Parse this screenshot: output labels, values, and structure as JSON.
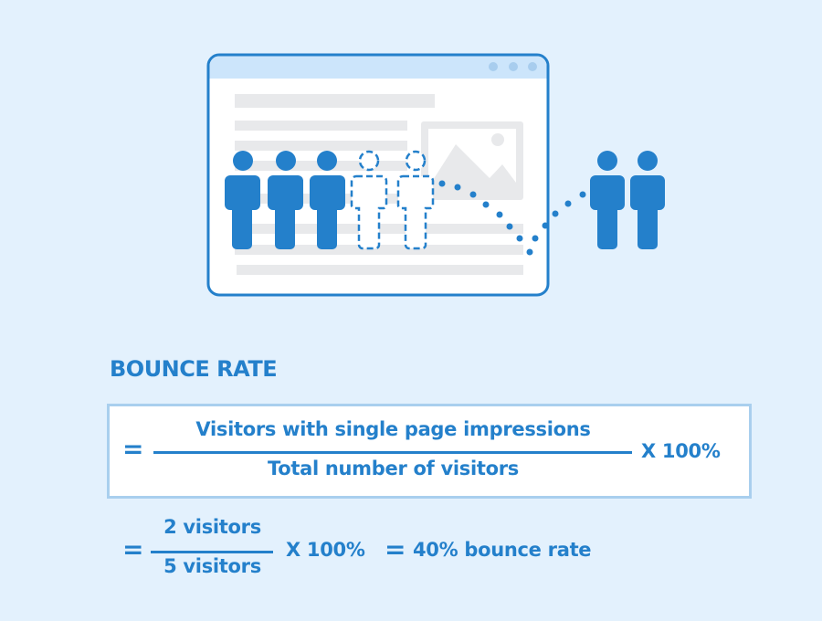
{
  "colors": {
    "background": "#e3f1fd",
    "primary_blue": "#2480cb",
    "browser_header": "#cce5fb",
    "browser_dots": "#a8cdee",
    "content_gray": "#e8e9eb",
    "formula_border": "#a9cfee"
  },
  "illustration": {
    "description": "Browser window with 5 visitors; 3 solid (stayed), 2 dashed (bounced) leaving via dotted path to 2 solid visitors outside",
    "visitors_total": 5,
    "visitors_stayed": 3,
    "visitors_bounced": 2
  },
  "title": "BOUNCE RATE",
  "formula": {
    "equals": "=",
    "numerator": "Visitors with single page impressions",
    "denominator": "Total number of visitors",
    "multiplier": "X 100%"
  },
  "example": {
    "equals": "=",
    "numerator": "2 visitors",
    "denominator": "5 visitors",
    "multiplier": "X 100%",
    "result_equals": "=",
    "result": "40% bounce rate"
  }
}
